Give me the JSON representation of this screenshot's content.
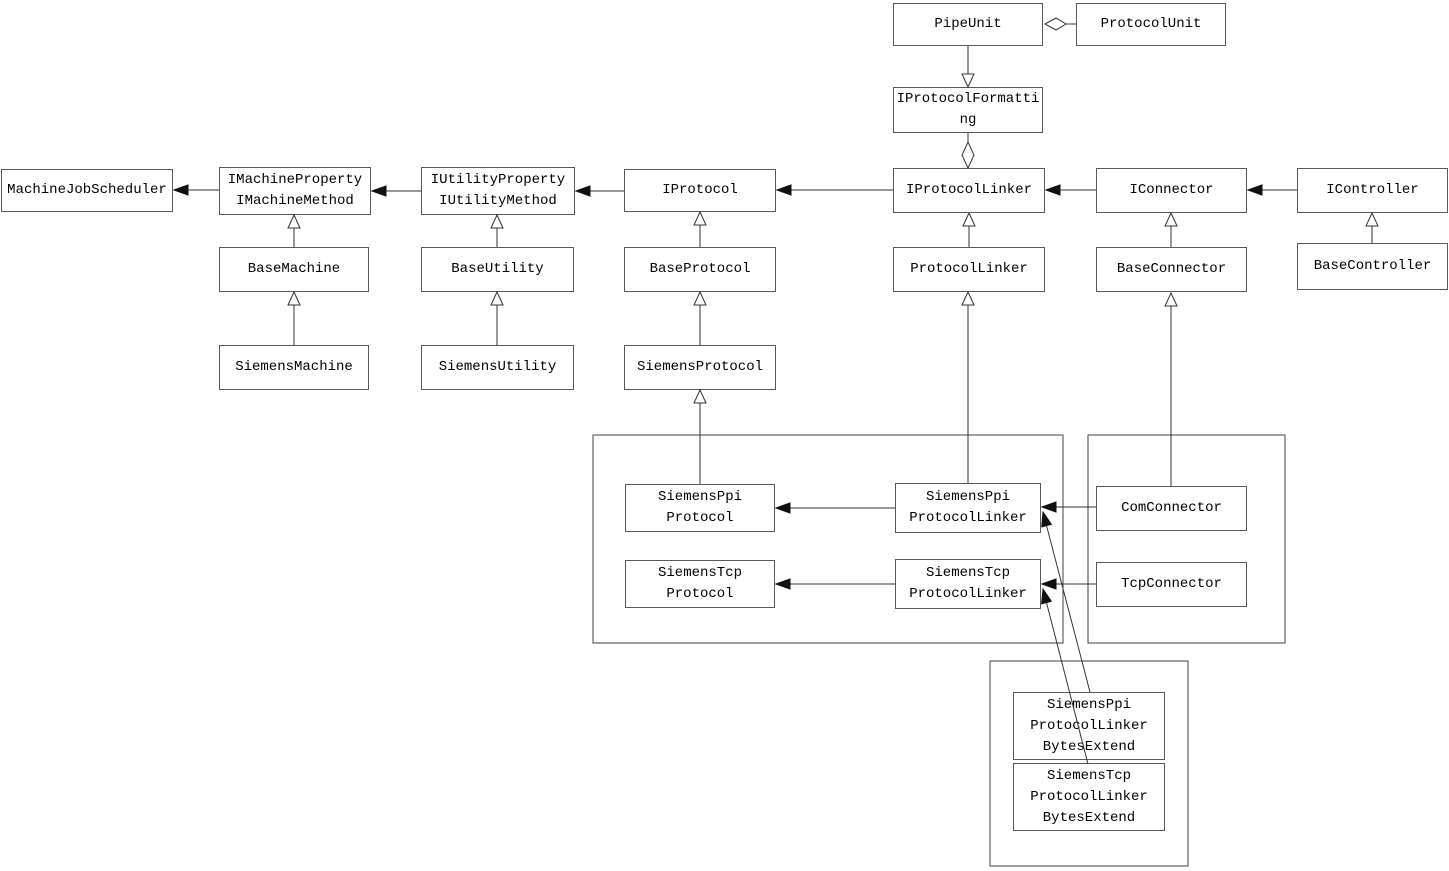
{
  "diagram": {
    "type": "uml-class-diagram",
    "background_color": "#ffffff",
    "colors": {
      "box_fill": "#ffffff",
      "box_border": "#5a5a5a",
      "group_border": "#404040",
      "line": "#333333",
      "text": "#000000"
    },
    "classes": {
      "pipe_unit": {
        "label": "PipeUnit"
      },
      "protocol_unit": {
        "label": "ProtocolUnit"
      },
      "iprotocol_formatting": {
        "label": "IProtocolFormatti\nng"
      },
      "machine_job_scheduler": {
        "label": "MachineJobScheduler"
      },
      "imachine": {
        "label": "IMachineProperty\nIMachineMethod"
      },
      "iutility": {
        "label": "IUtilityProperty\nIUtilityMethod"
      },
      "iprotocol": {
        "label": "IProtocol"
      },
      "iprotocol_linker": {
        "label": "IProtocolLinker"
      },
      "iconnector": {
        "label": "IConnector"
      },
      "icontroller": {
        "label": "IController"
      },
      "base_machine": {
        "label": "BaseMachine"
      },
      "base_utility": {
        "label": "BaseUtility"
      },
      "base_protocol": {
        "label": "BaseProtocol"
      },
      "protocol_linker": {
        "label": "ProtocolLinker"
      },
      "base_connector": {
        "label": "BaseConnector"
      },
      "base_controller": {
        "label": "BaseController"
      },
      "siemens_machine": {
        "label": "SiemensMachine"
      },
      "siemens_utility": {
        "label": "SiemensUtility"
      },
      "siemens_protocol": {
        "label": "SiemensProtocol"
      },
      "siemens_ppi_protocol": {
        "label": "SiemensPpi\nProtocol"
      },
      "siemens_tcp_protocol": {
        "label": "SiemensTcp\nProtocol"
      },
      "siemens_ppi_protocol_linker": {
        "label": "SiemensPpi\nProtocolLinker"
      },
      "siemens_tcp_protocol_linker": {
        "label": "SiemensTcp\nProtocolLinker"
      },
      "com_connector": {
        "label": "ComConnector"
      },
      "tcp_connector": {
        "label": "TcpConnector"
      },
      "siemens_ppi_bytes_extend": {
        "label": "SiemensPpi\nProtocolLinker\nBytesExtend"
      },
      "siemens_tcp_bytes_extend": {
        "label": "SiemensTcp\nProtocolLinker\nBytesExtend"
      }
    },
    "relationships": [
      {
        "from": "PipeUnit",
        "to": "ProtocolUnit",
        "type": "aggregation-diamond"
      },
      {
        "from": "PipeUnit",
        "to": "IProtocolFormatting",
        "type": "generalization-hollow-triangle"
      },
      {
        "from": "IProtocolFormatting",
        "to": "IProtocolLinker",
        "type": "aggregation-diamond"
      },
      {
        "from": "IMachineProperty/IMachineMethod",
        "to": "MachineJobScheduler",
        "type": "association-filled-arrow"
      },
      {
        "from": "IUtilityProperty/IUtilityMethod",
        "to": "IMachineProperty/IMachineMethod",
        "type": "association-filled-arrow"
      },
      {
        "from": "IProtocol",
        "to": "IUtilityProperty/IUtilityMethod",
        "type": "association-filled-arrow"
      },
      {
        "from": "IProtocolLinker",
        "to": "IProtocol",
        "type": "association-filled-arrow"
      },
      {
        "from": "IConnector",
        "to": "IProtocolLinker",
        "type": "association-filled-arrow"
      },
      {
        "from": "IController",
        "to": "IConnector",
        "type": "association-filled-arrow"
      },
      {
        "from": "BaseMachine",
        "to": "IMachineProperty/IMachineMethod",
        "type": "generalization-hollow-triangle"
      },
      {
        "from": "BaseUtility",
        "to": "IUtilityProperty/IUtilityMethod",
        "type": "generalization-hollow-triangle"
      },
      {
        "from": "BaseProtocol",
        "to": "IProtocol",
        "type": "generalization-hollow-triangle"
      },
      {
        "from": "ProtocolLinker",
        "to": "IProtocolLinker",
        "type": "generalization-hollow-triangle"
      },
      {
        "from": "BaseConnector",
        "to": "IConnector",
        "type": "generalization-hollow-triangle"
      },
      {
        "from": "BaseController",
        "to": "IController",
        "type": "generalization-hollow-triangle"
      },
      {
        "from": "SiemensMachine",
        "to": "BaseMachine",
        "type": "generalization-hollow-triangle"
      },
      {
        "from": "SiemensUtility",
        "to": "BaseUtility",
        "type": "generalization-hollow-triangle"
      },
      {
        "from": "SiemensProtocol",
        "to": "BaseProtocol",
        "type": "generalization-hollow-triangle"
      },
      {
        "from": "SiemensPpiProtocol",
        "to": "SiemensProtocol",
        "type": "generalization-hollow-triangle"
      },
      {
        "from": "SiemensPpiProtocolLinker",
        "to": "ProtocolLinker",
        "type": "generalization-hollow-triangle"
      },
      {
        "from": "ComConnector",
        "to": "BaseConnector",
        "type": "generalization-hollow-triangle"
      },
      {
        "from": "SiemensPpiProtocolLinker",
        "to": "SiemensPpiProtocol",
        "type": "association-filled-arrow"
      },
      {
        "from": "SiemensTcpProtocolLinker",
        "to": "SiemensTcpProtocol",
        "type": "association-filled-arrow"
      },
      {
        "from": "ComConnector",
        "to": "SiemensPpiProtocolLinker",
        "type": "association-filled-arrow"
      },
      {
        "from": "TcpConnector",
        "to": "SiemensTcpProtocolLinker",
        "type": "association-filled-arrow"
      },
      {
        "from": "SiemensPpiProtocolLinkerBytesExtend",
        "to": "SiemensPpiProtocolLinker",
        "type": "association-filled-arrow"
      },
      {
        "from": "SiemensTcpProtocolLinkerBytesExtend",
        "to": "SiemensTcpProtocolLinker",
        "type": "association-filled-arrow"
      }
    ]
  }
}
